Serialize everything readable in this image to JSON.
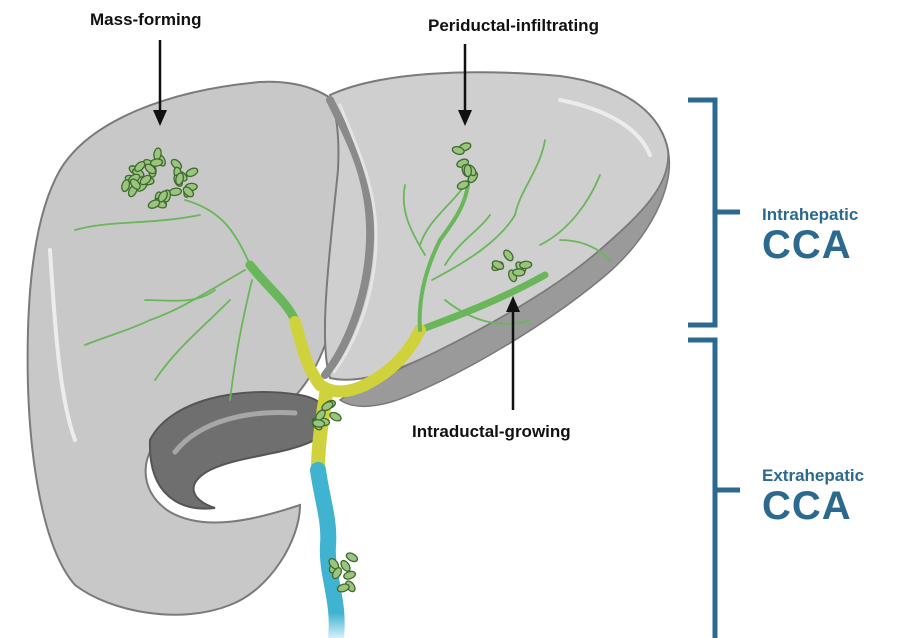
{
  "labels": {
    "mass_forming": "Mass-forming",
    "periductal_infiltrating": "Periductal-infiltrating",
    "intraductal_growing": "Intraductal-growing"
  },
  "categories": {
    "intrahepatic": {
      "line1": "Intrahepatic",
      "line2": "CCA"
    },
    "extrahepatic": {
      "line1": "Extrahepatic",
      "line2": "CCA"
    }
  },
  "colors": {
    "liver": "#c4c4c4",
    "liver_dark": "#8f8f8f",
    "duct_green": "#6ab65a",
    "duct_yellow": "#cfd23c",
    "duct_blue": "#3fb3cf",
    "tumor": "#9bc47f",
    "label_blue": "#2b6a8e"
  }
}
